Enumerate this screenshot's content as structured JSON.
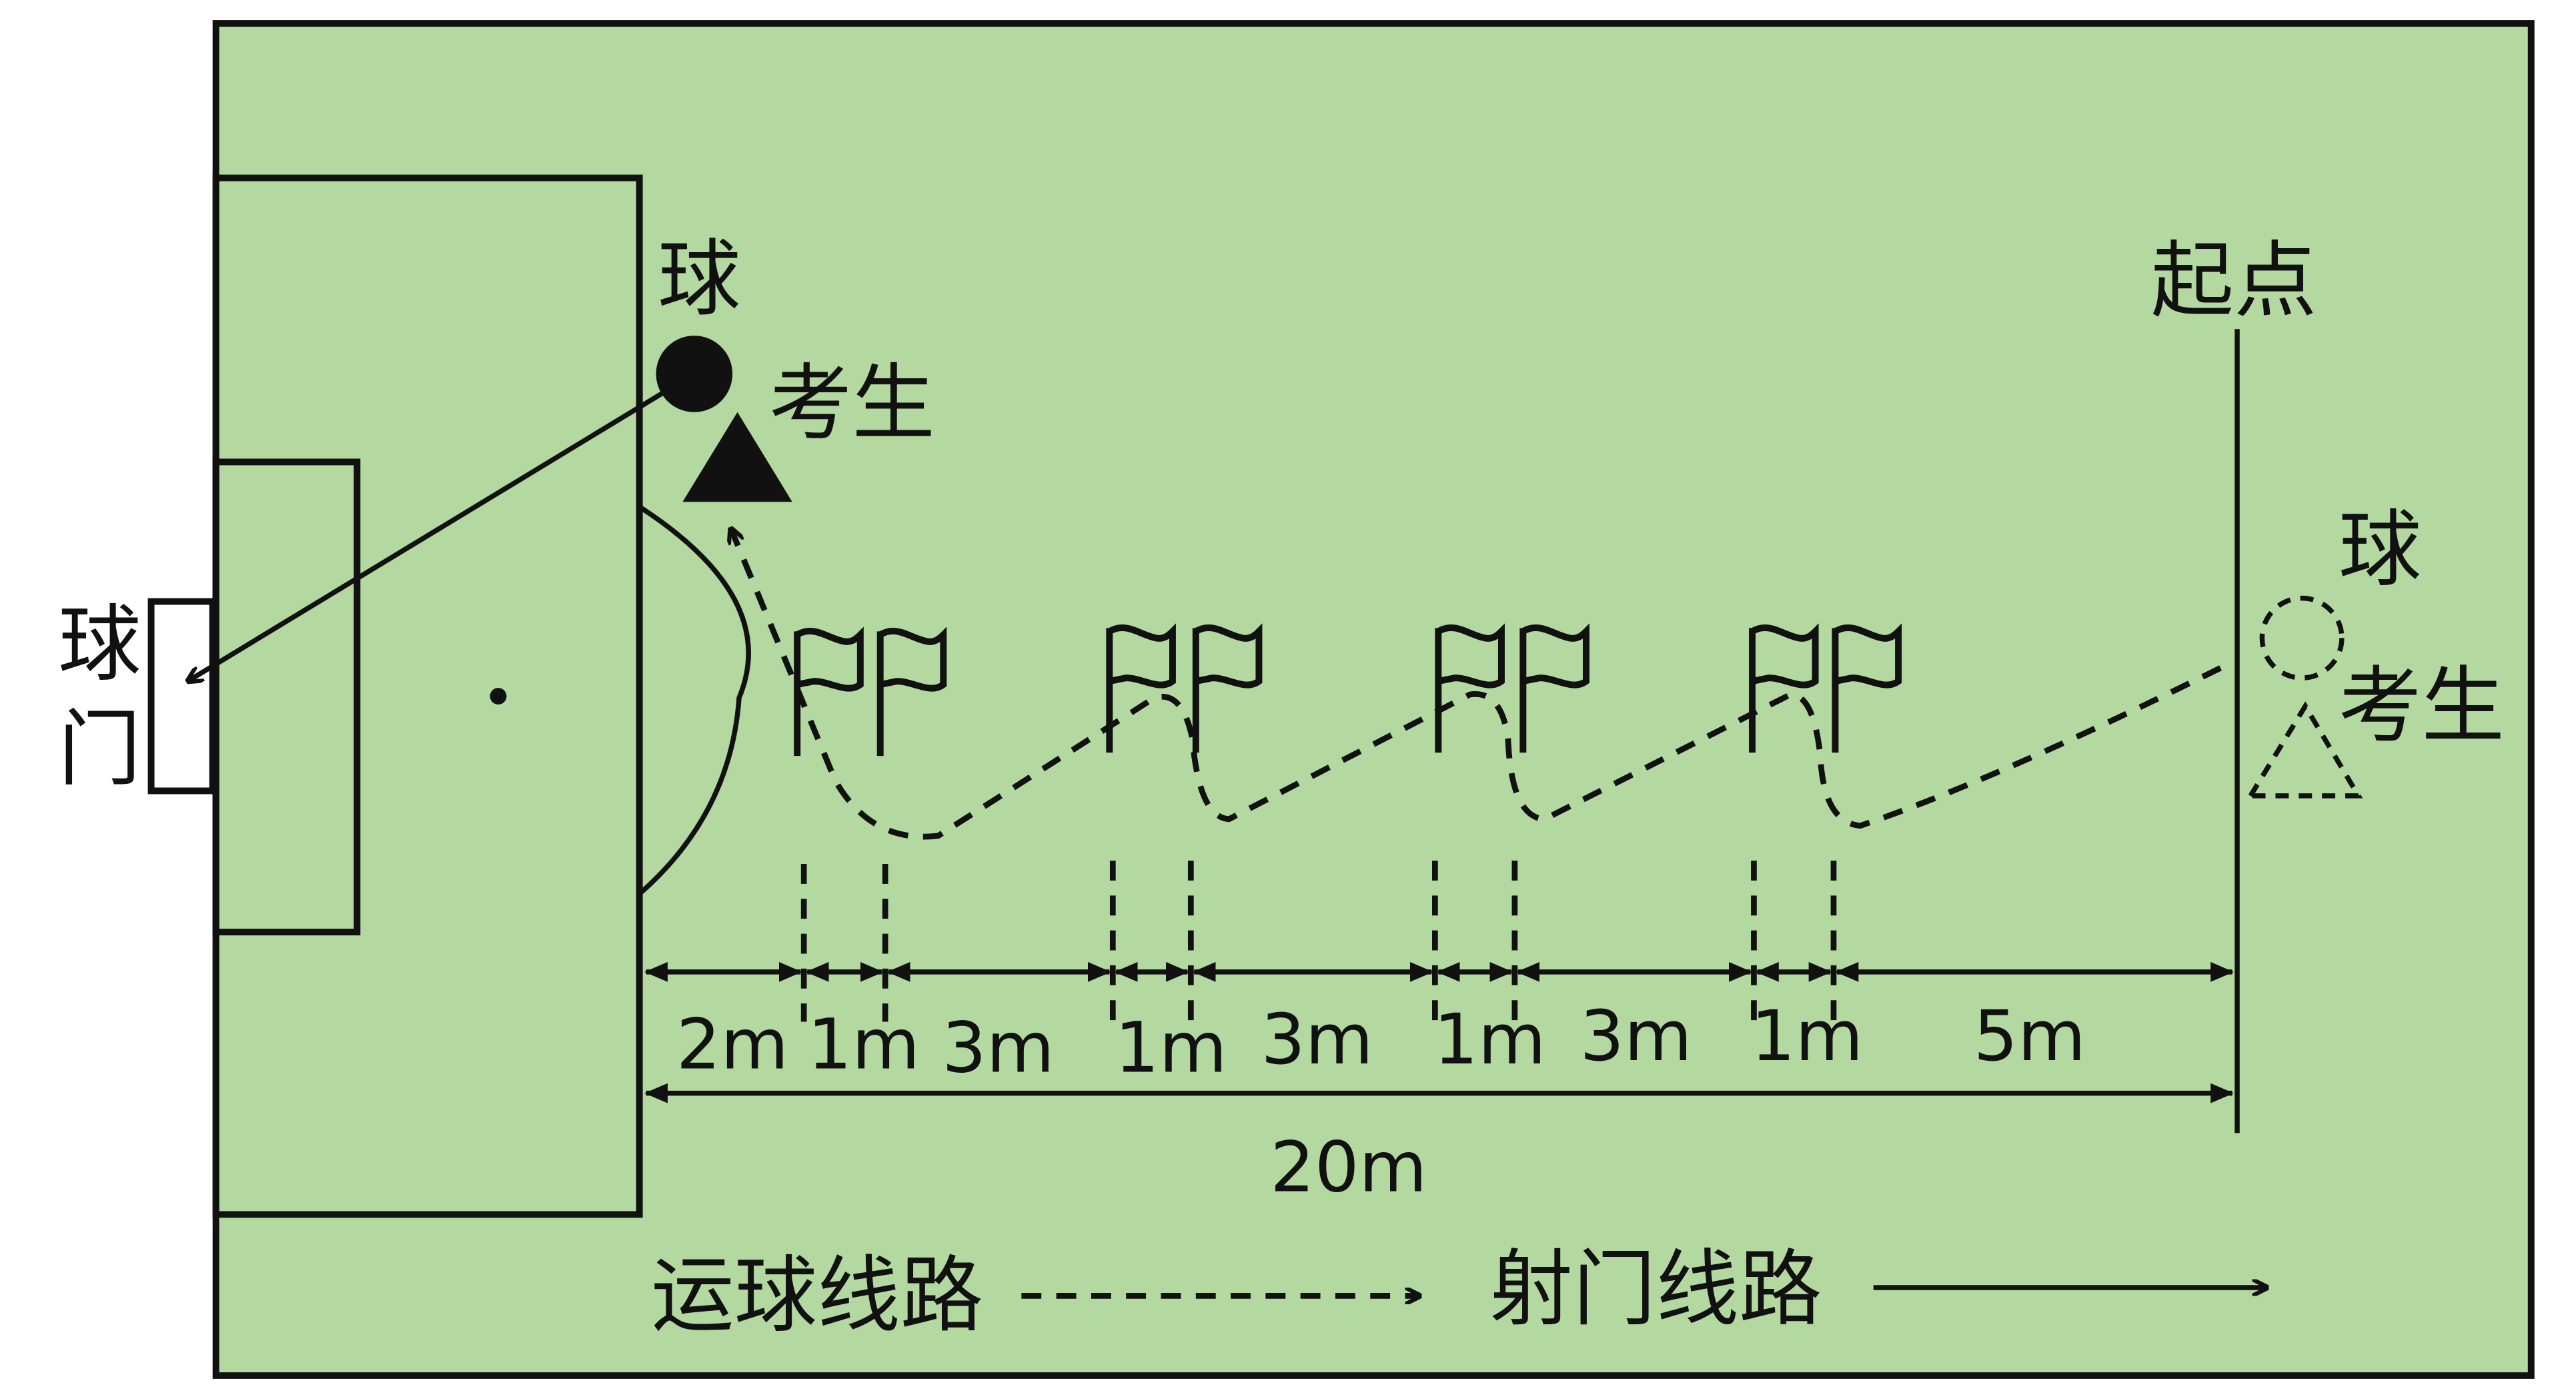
{
  "colors": {
    "field": "#b3d9a1",
    "line": "#111111"
  },
  "labels": {
    "goal": "球门",
    "ball_end": "球",
    "examinee_end": "考生",
    "start": "起点",
    "ball_start": "球",
    "examinee_start": "考生"
  },
  "segments": [
    "2m",
    "1m",
    "3m",
    "1m",
    "3m",
    "1m",
    "3m",
    "1m",
    "5m"
  ],
  "total": "20m",
  "legend": {
    "dribble": "运球线路",
    "shoot": "射门线路"
  }
}
